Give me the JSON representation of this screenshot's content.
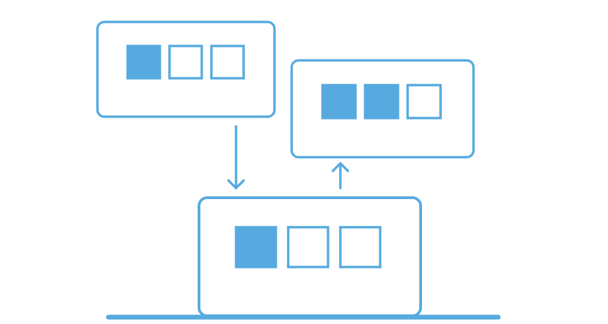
{
  "colors": {
    "accent": "#56aadf",
    "background": "#ffffff"
  },
  "diagram": {
    "panels": [
      {
        "id": "top-left-panel",
        "slots": [
          true,
          false,
          false
        ]
      },
      {
        "id": "top-right-panel",
        "slots": [
          true,
          true,
          false
        ]
      },
      {
        "id": "bottom-panel",
        "slots": [
          true,
          false,
          false
        ]
      }
    ],
    "arrows": [
      {
        "id": "down-arrow",
        "from": "top-left-panel",
        "to": "bottom-panel",
        "direction": "down"
      },
      {
        "id": "up-arrow",
        "from": "bottom-panel",
        "to": "top-right-panel",
        "direction": "up"
      }
    ],
    "has_ground_line": true
  }
}
